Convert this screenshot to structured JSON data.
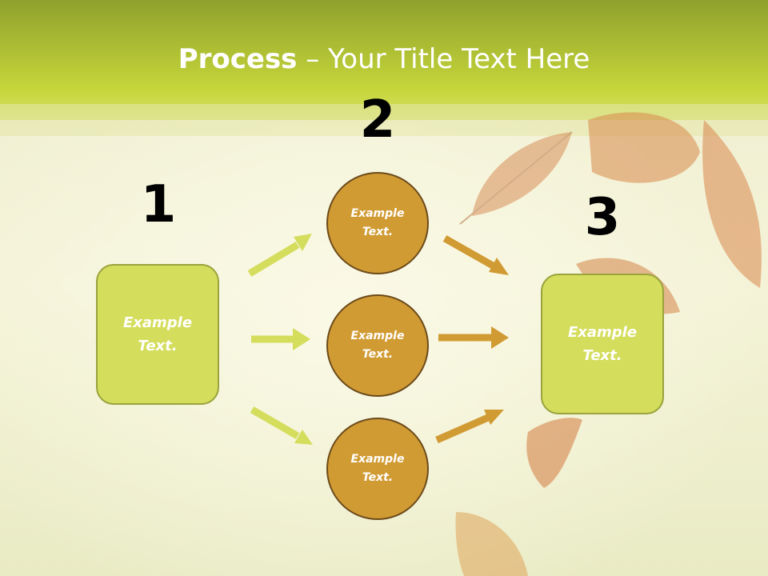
{
  "title": {
    "bold": "Process",
    "rest": " – Your Title Text Here"
  },
  "steps": [
    {
      "number": "1",
      "box_text": "Example\nText."
    },
    {
      "number": "2",
      "circles": [
        "Example\nText.",
        "Example\nText.",
        "Example\nText."
      ]
    },
    {
      "number": "3",
      "box_text": "Example\nText."
    }
  ],
  "colors": {
    "header": "#b9c933",
    "box_fill": "#d4dd5c",
    "circle_fill": "#d19b34",
    "arrow_green": "#d4dd5c",
    "arrow_orange": "#d19b34"
  }
}
